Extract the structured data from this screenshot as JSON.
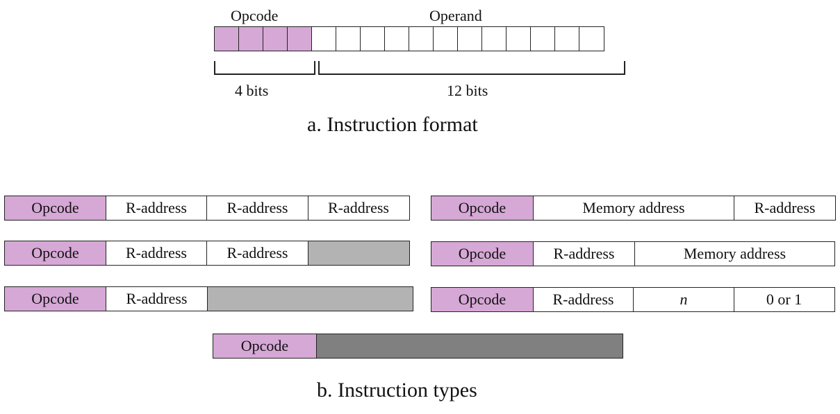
{
  "format": {
    "opcode_label": "Opcode",
    "operand_label": "Operand",
    "opcode_bits_label": "4 bits",
    "operand_bits_label": "12 bits",
    "opcode_bit_count": 4,
    "operand_bit_count": 12,
    "caption": "a. Instruction format"
  },
  "types": {
    "left": [
      {
        "cells": [
          "Opcode",
          "R-address",
          "R-address",
          "R-address"
        ]
      },
      {
        "cells": [
          "Opcode",
          "R-address",
          "R-address",
          ""
        ]
      },
      {
        "cells": [
          "Opcode",
          "R-address",
          ""
        ]
      }
    ],
    "right": [
      {
        "cells": [
          "Opcode",
          "Memory address",
          "R-address"
        ]
      },
      {
        "cells": [
          "Opcode",
          "R-address",
          "Memory address"
        ]
      },
      {
        "cells": [
          "Opcode",
          "R-address",
          "n",
          "0 or 1"
        ]
      }
    ],
    "bottom": {
      "cells": [
        "Opcode",
        ""
      ]
    },
    "caption": "b. Instruction types"
  },
  "colors": {
    "opcode_fill": "#d6a8d6",
    "unused_light": "#b3b3b3",
    "unused_dark": "#808080"
  }
}
